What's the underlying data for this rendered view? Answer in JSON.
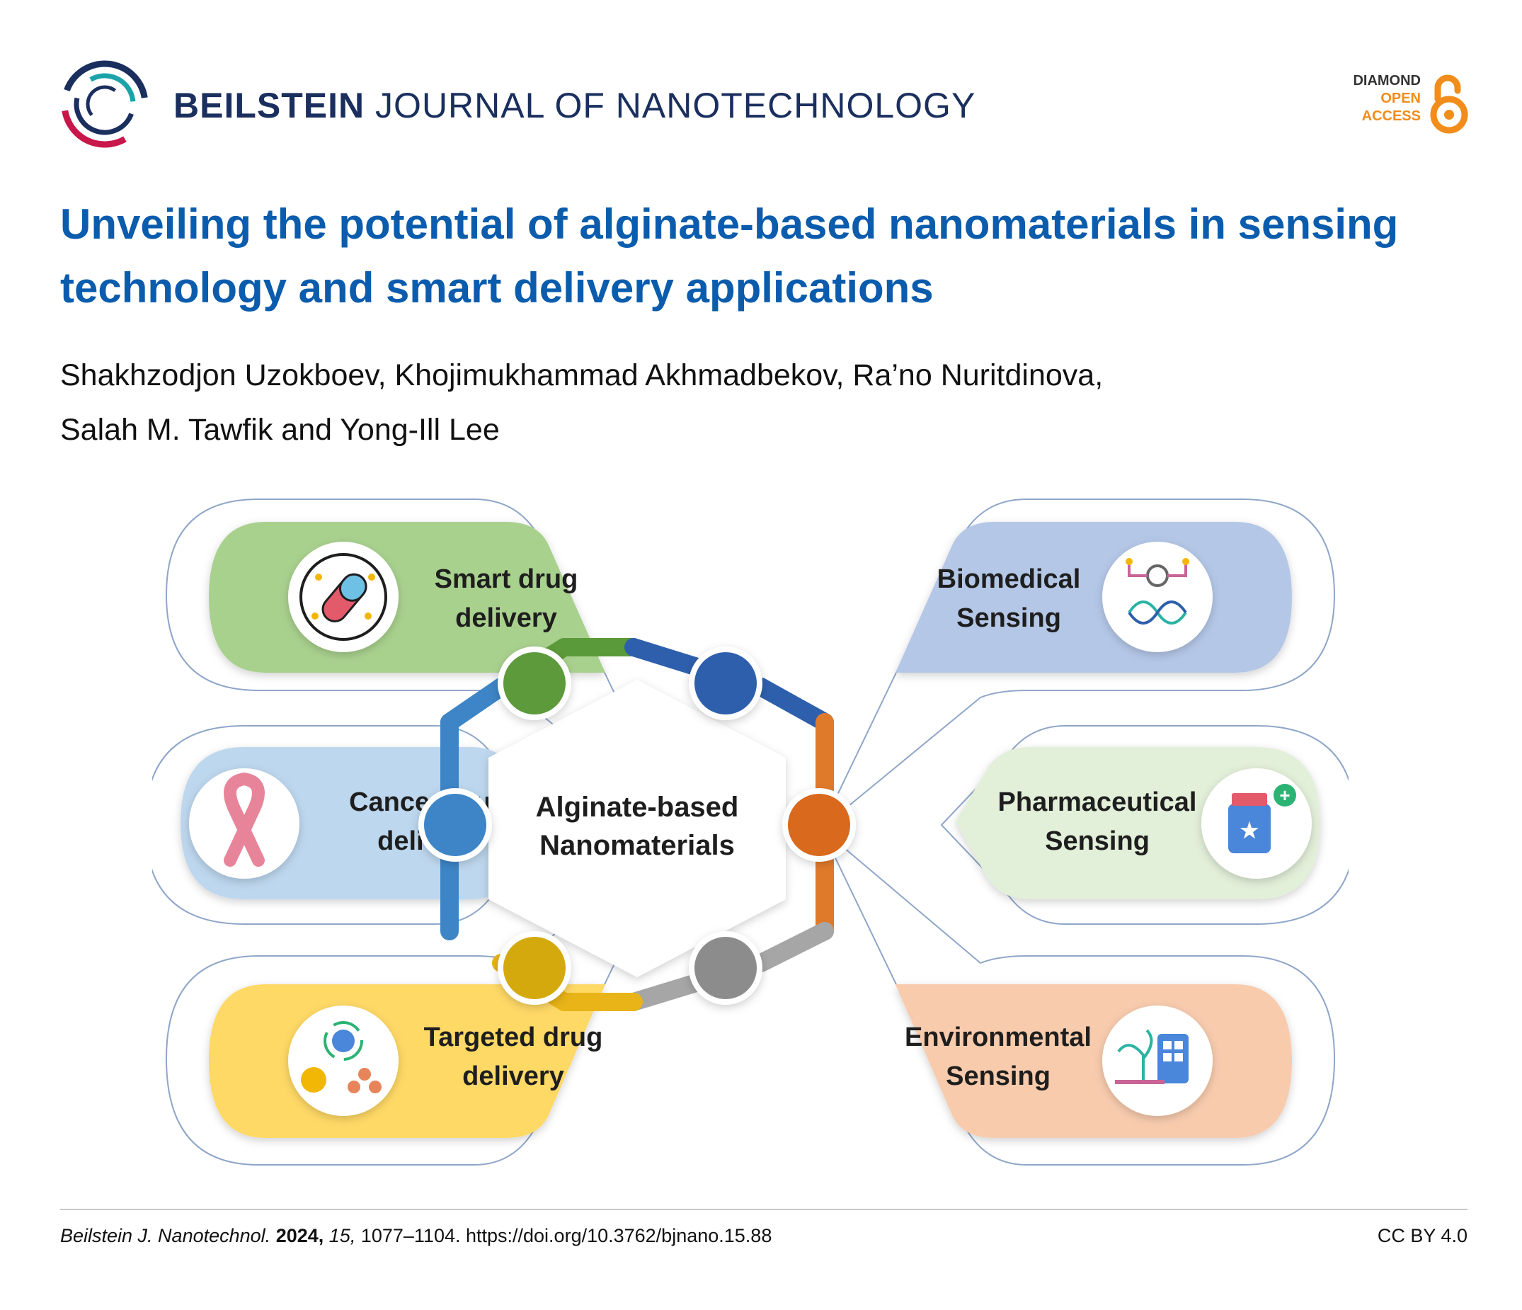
{
  "header": {
    "journal_name_bold": "BEILSTEIN",
    "journal_name_rest": "JOURNAL OF NANOTECHNOLOGY",
    "open_access": {
      "line1": "DIAMOND",
      "line2": "OPEN",
      "line3": "ACCESS"
    }
  },
  "article": {
    "title": "Unveiling the potential of alginate-based nanomaterials in sensing technology and smart delivery applications",
    "authors_line1": "Shakhzodjon Uzokboev, Khojimukhammad Akhmadbekov, Ra’no Nuritdinova,",
    "authors_line2": "Salah M. Tawfik and Yong-Ill Lee"
  },
  "graphic": {
    "center_line1": "Alginate-based",
    "center_line2": "Nanomaterials",
    "panels": [
      {
        "id": "smart",
        "line1": "Smart drug",
        "line2": "delivery",
        "color": "#a9d18e"
      },
      {
        "id": "biomedical",
        "line1": "Biomedical",
        "line2": "Sensing",
        "color": "#b4c7e7"
      },
      {
        "id": "cancer",
        "line1": "Cancer drug",
        "line2": "delivery",
        "color": "#bdd7ee"
      },
      {
        "id": "pharma",
        "line1": "Pharmaceutical",
        "line2": "Sensing",
        "color": "#e2efd9"
      },
      {
        "id": "targeted",
        "line1": "Targeted drug",
        "line2": "delivery",
        "color": "#ffd966"
      },
      {
        "id": "environmental",
        "line1": "Environmental",
        "line2": "Sensing",
        "color": "#f8cbad"
      }
    ],
    "node_colors": [
      "#5b9a3a",
      "#2e5fac",
      "#3d85c6",
      "#d9691e",
      "#d4a90c",
      "#8c8c8c"
    ],
    "icons": [
      "capsule-icon",
      "dna-circuit-icon",
      "ribbon-icon",
      "medicine-bottle-icon",
      "targeting-icon",
      "smart-farm-icon"
    ]
  },
  "footer": {
    "journal_abbrev": "Beilstein J. Nanotechnol.",
    "year": "2024,",
    "volume": "15,",
    "pages_doi": "1077–1104. https://doi.org/10.3762/bjnano.15.88",
    "license": "CC BY 4.0"
  }
}
